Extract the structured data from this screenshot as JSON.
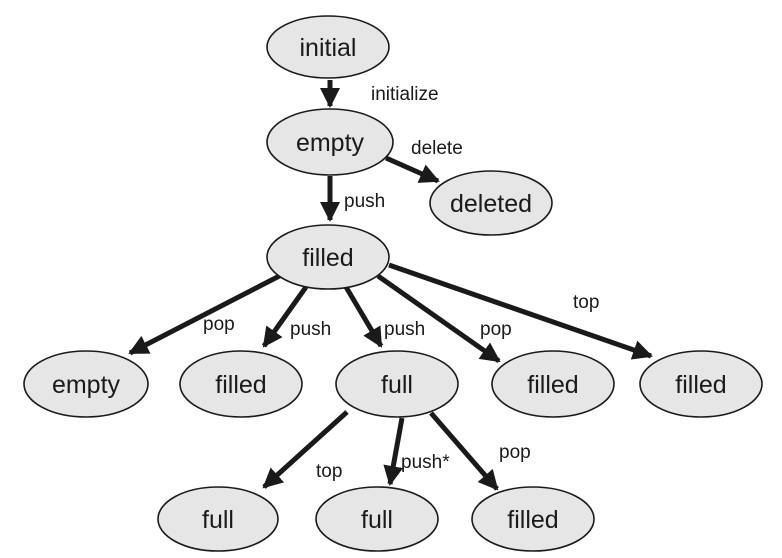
{
  "diagram": {
    "nodes": [
      {
        "id": "n_initial",
        "label": "initial"
      },
      {
        "id": "n_empty1",
        "label": "empty"
      },
      {
        "id": "n_deleted",
        "label": "deleted"
      },
      {
        "id": "n_filled1",
        "label": "filled"
      },
      {
        "id": "n_empty2",
        "label": "empty"
      },
      {
        "id": "n_filled2",
        "label": "filled"
      },
      {
        "id": "n_full1",
        "label": "full"
      },
      {
        "id": "n_filled3",
        "label": "filled"
      },
      {
        "id": "n_filled4",
        "label": "filled"
      },
      {
        "id": "n_full2",
        "label": "full"
      },
      {
        "id": "n_full3",
        "label": "full"
      },
      {
        "id": "n_filled5",
        "label": "filled"
      }
    ],
    "edges": [
      {
        "from": "n_initial",
        "to": "n_empty1",
        "label": "initialize"
      },
      {
        "from": "n_empty1",
        "to": "n_deleted",
        "label": "delete"
      },
      {
        "from": "n_empty1",
        "to": "n_filled1",
        "label": "push"
      },
      {
        "from": "n_filled1",
        "to": "n_empty2",
        "label": "pop"
      },
      {
        "from": "n_filled1",
        "to": "n_filled2",
        "label": "push"
      },
      {
        "from": "n_filled1",
        "to": "n_full1",
        "label": "push"
      },
      {
        "from": "n_filled1",
        "to": "n_filled3",
        "label": "pop"
      },
      {
        "from": "n_filled1",
        "to": "n_filled4",
        "label": "top"
      },
      {
        "from": "n_full1",
        "to": "n_full2",
        "label": "top"
      },
      {
        "from": "n_full1",
        "to": "n_full3",
        "label": "push*"
      },
      {
        "from": "n_full1",
        "to": "n_filled5",
        "label": "pop"
      }
    ]
  }
}
